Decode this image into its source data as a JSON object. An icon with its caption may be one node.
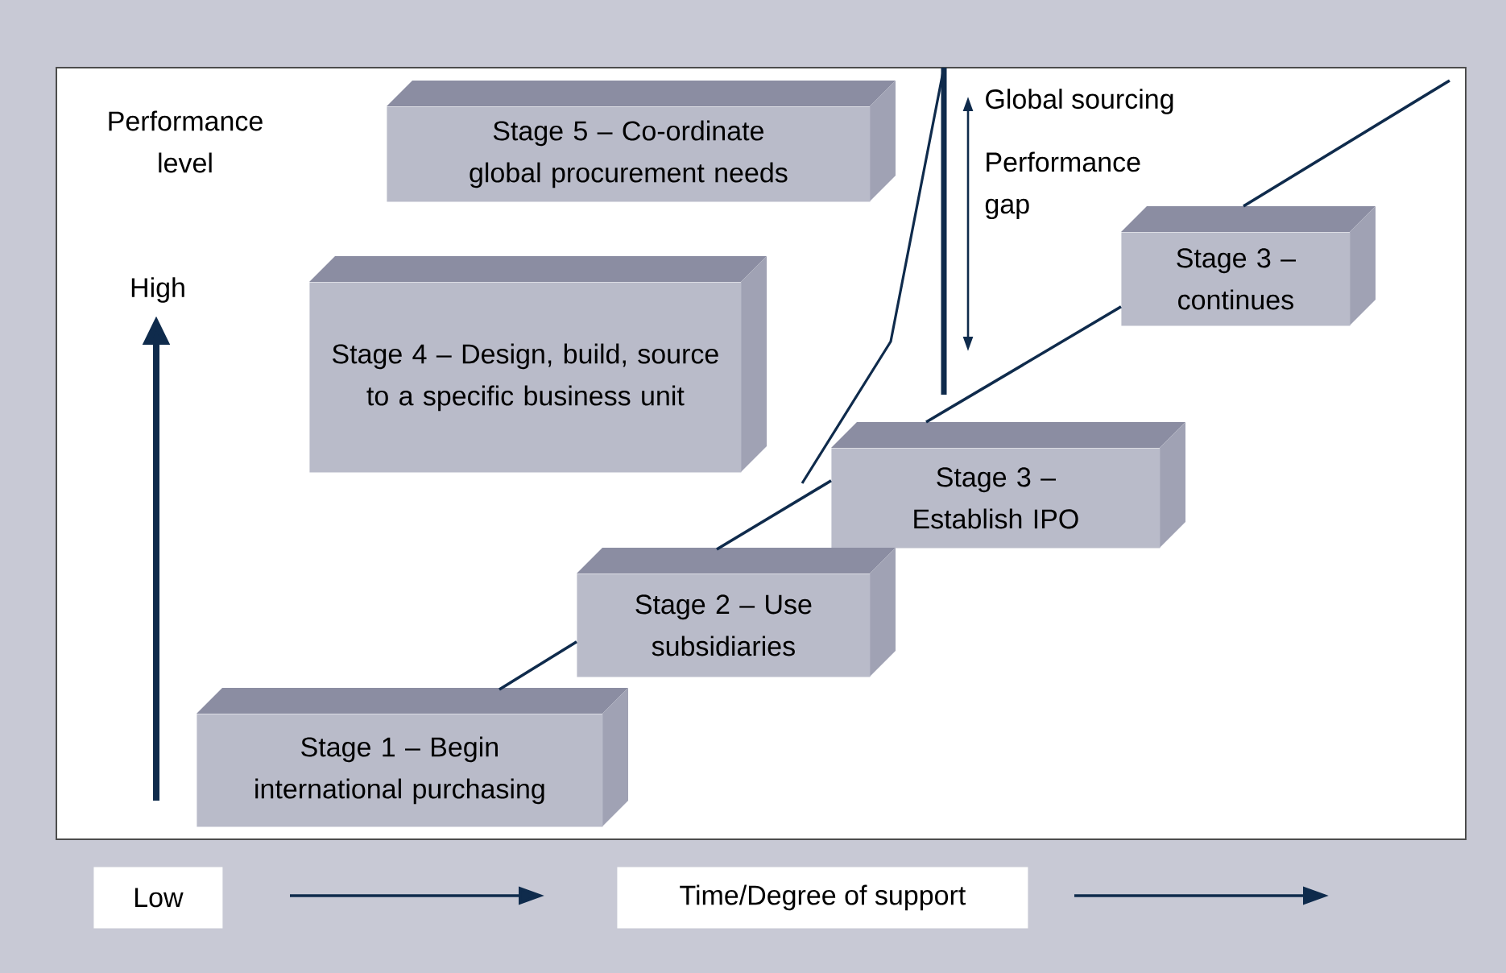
{
  "diagram": {
    "nodes": [
      {
        "text": [
          "Stage 5 – Co-ordinate global procurement needs"
        ]
      },
      {
        "text": [
          "Stage 4 – Design, build, source to a specific business unit"
        ]
      },
      {
        "text": [
          "Stage 3 – continues"
        ]
      },
      {
        "text": [
          "Stage 3 – Establish IPO"
        ]
      },
      {
        "text": [
          "Stage 2 – Use subsidiaries"
        ]
      },
      {
        "text": [
          "Stage 1 – Begin international purchasing"
        ]
      },
      {
        "text": [
          "Low"
        ]
      },
      {
        "text": [
          "Time/Degree of support"
        ]
      }
    ],
    "edges": [
      {
        "from": 5,
        "to": 4,
        "arrow": "none"
      },
      {
        "from": 4,
        "to": 3,
        "arrow": "none"
      },
      {
        "from": 3,
        "to": 2,
        "arrow": "none"
      },
      {
        "from": 2,
        "to": null,
        "arrow": "none"
      }
    ],
    "labels": [
      "Performance level",
      "High",
      "Global sourcing",
      "Performance gap"
    ]
  }
}
